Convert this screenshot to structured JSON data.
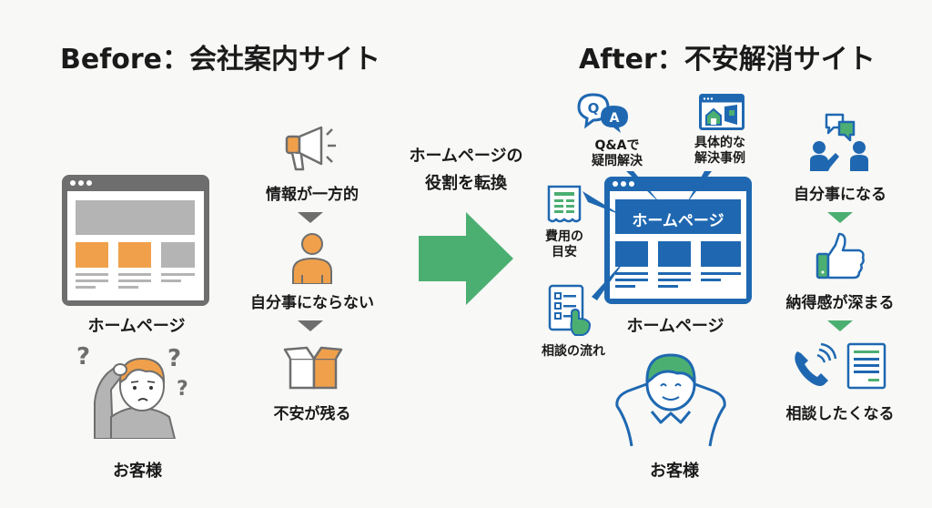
{
  "before": {
    "title": "Before：会社案内サイト",
    "homepage_label": "ホームページ",
    "customer_label": "お客様",
    "flow": [
      {
        "label": "情報が一方的",
        "icon": "megaphone-icon"
      },
      {
        "label": "自分事にならない",
        "icon": "person-icon"
      },
      {
        "label": "不安が残る",
        "icon": "open-box-icon"
      }
    ]
  },
  "transition": {
    "line1": "ホームページの",
    "line2": "役割を転換",
    "icon": "right-arrow-icon"
  },
  "after": {
    "title": "After：不安解消サイト",
    "homepage_label": "ホームページ",
    "banner_text": "ホームページ",
    "customer_label": "お客様",
    "features": {
      "qa": {
        "line1": "Q&Aで",
        "line2": "疑問解決",
        "q": "Q",
        "a": "A"
      },
      "cases": {
        "line1": "具体的な",
        "line2": "解決事例"
      },
      "cost": {
        "line1": "費用の",
        "line2": "目安"
      },
      "process": {
        "label": "相談の流れ"
      }
    },
    "flow": [
      {
        "label": "自分事になる",
        "icon": "conversation-icon"
      },
      {
        "label": "納得感が深まる",
        "icon": "thumbs-up-icon"
      },
      {
        "label": "相談したくなる",
        "icon": "phone-document-icon"
      }
    ]
  },
  "colors": {
    "orange": "#f0a04b",
    "gray": "#6e6e6e",
    "light_gray": "#b4b4b4",
    "blue": "#1f68b1",
    "green": "#4caf72"
  }
}
